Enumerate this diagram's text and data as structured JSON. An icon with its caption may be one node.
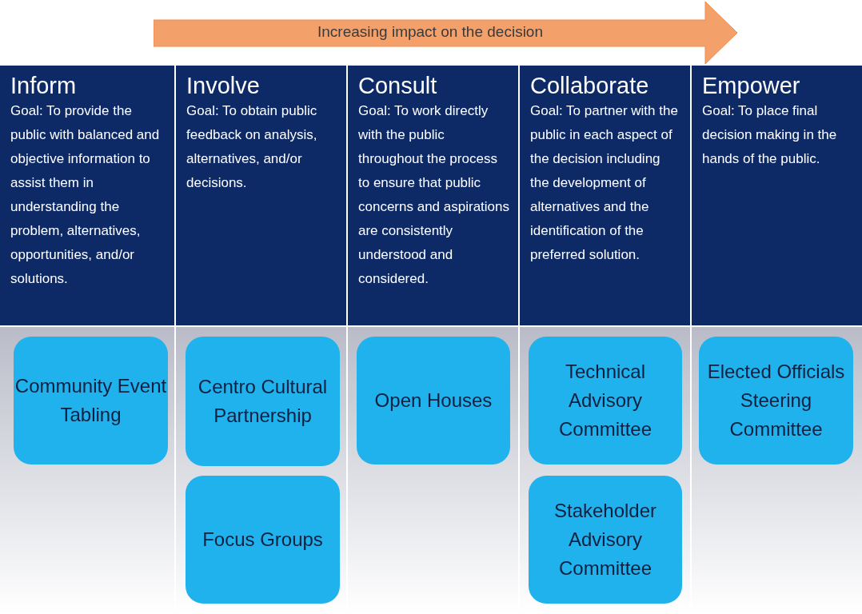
{
  "diagram": {
    "nodes": [
      {
        "text": [
          "Increasing impact on the decision"
        ]
      },
      {
        "text": [
          "Inform",
          "Goal: To provide the public with balanced and objective information to assist them in understanding the problem, alternatives, opportunities, and/or solutions."
        ]
      },
      {
        "text": [
          "Involve",
          "Goal: To obtain public feedback on analysis, alternatives, and/or decisions."
        ]
      },
      {
        "text": [
          "Consult",
          "Goal: To work directly with the public throughout the process to ensure that public concerns and aspirations are consistently understood and considered."
        ]
      },
      {
        "text": [
          "Collaborate",
          "Goal: To partner with the public in each aspect of the decision including the development of alternatives and the identification of the preferred solution."
        ]
      },
      {
        "text": [
          "Empower",
          "Goal: To place final decision making in the hands of the public."
        ]
      },
      {
        "text": [
          "Community Event Tabling"
        ]
      },
      {
        "text": [
          "Centro Cultural Partnership"
        ]
      },
      {
        "text": [
          "Open Houses"
        ]
      },
      {
        "text": [
          "Technical Advisory Committee"
        ]
      },
      {
        "text": [
          "Elected Officials Steering Committee"
        ]
      },
      {
        "text": [
          "Focus Groups"
        ]
      },
      {
        "text": [
          "Stakeholder Advisory Committee"
        ]
      }
    ]
  }
}
